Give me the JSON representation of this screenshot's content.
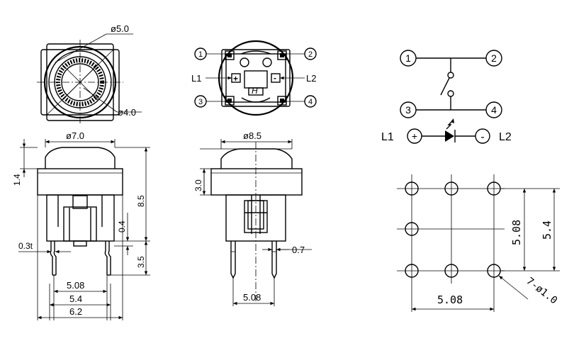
{
  "top_view": {
    "outer_dia": "ø5.0",
    "inner_dia": "ø4.0"
  },
  "terminal_view": {
    "pin1": "1",
    "pin2": "2",
    "pin3": "3",
    "pin4": "4",
    "l1": "L1",
    "l2": "L2",
    "plus": "+",
    "minus": "-",
    "logo": "H"
  },
  "front_view": {
    "cap_dia": "ø7.0",
    "cap_height": "1.4",
    "total_height": "8.5",
    "gap": "0.4",
    "pin_thickness": "0.3t",
    "pin_length": "3.5",
    "pitch_inner": "5.08",
    "pitch_mid": "5.4",
    "body_width": "6.2"
  },
  "side_view": {
    "cap_dia": "ø8.5",
    "cap_height": "3.0",
    "pin_width": "0.7",
    "pitch": "5.08"
  },
  "schematic": {
    "pin1": "1",
    "pin2": "2",
    "pin3": "3",
    "pin4": "4",
    "l1": "L1",
    "l2": "L2",
    "plus": "+",
    "minus": "-"
  },
  "pcb_layout": {
    "pitch_h": "5.08",
    "pitch_v": "5.08",
    "span_v": "5.4",
    "holes": "7-ø1.0"
  }
}
